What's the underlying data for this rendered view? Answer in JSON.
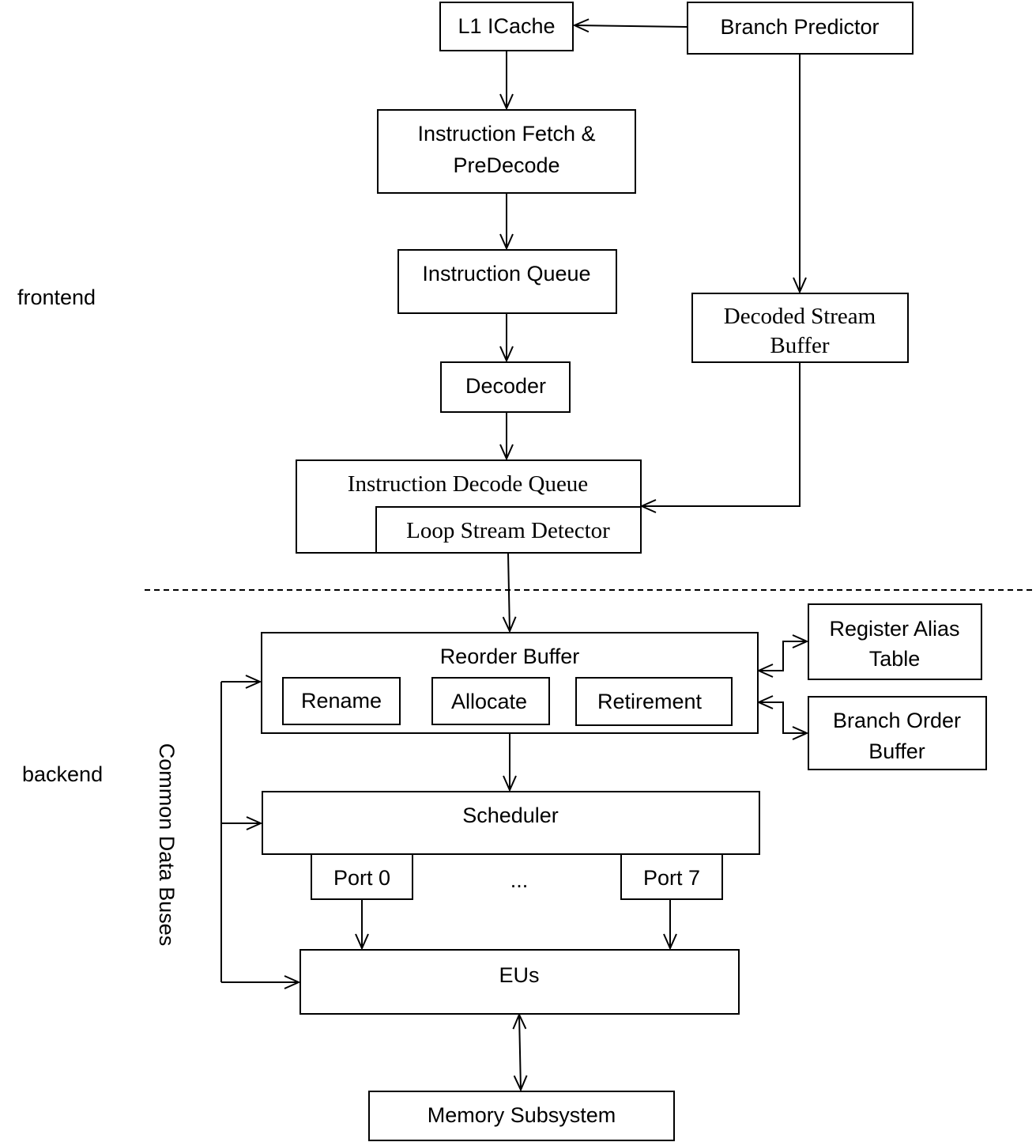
{
  "labels": {
    "frontend": "frontend",
    "backend": "backend",
    "common_data_buses": "Common Data Buses",
    "ellipsis": "..."
  },
  "boxes": {
    "l1_icache": "L1 ICache",
    "branch_predictor": "Branch Predictor",
    "fetch_line1": "Instruction Fetch &",
    "fetch_line2": "PreDecode",
    "instruction_queue": "Instruction Queue",
    "dsb_line1": "Decoded Stream",
    "dsb_line2": "Buffer",
    "decoder": "Decoder",
    "idq": "Instruction Decode Queue",
    "lsd": "Loop Stream Detector",
    "reorder_buffer": "Reorder Buffer",
    "rename": "Rename",
    "allocate": "Allocate",
    "retirement": "Retirement",
    "rat_line1": "Register Alias",
    "rat_line2": "Table",
    "bob_line1": "Branch Order",
    "bob_line2": "Buffer",
    "scheduler": "Scheduler",
    "port0": "Port 0",
    "port7": "Port 7",
    "eus": "EUs",
    "memory": "Memory Subsystem"
  }
}
